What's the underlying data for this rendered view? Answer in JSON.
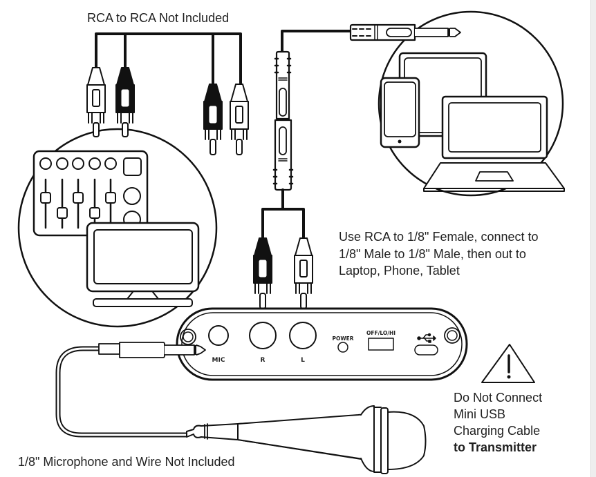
{
  "labels": {
    "rca_cable_note": "RCA to RCA Not Included",
    "instruction_line1": "Use RCA to 1/8\" Female, connect to",
    "instruction_line2": "1/8\" Male to 1/8\" Male, then out to",
    "instruction_line3": "Laptop, Phone, Tablet",
    "warning_line1": "Do Not Connect",
    "warning_line2": "Mini USB",
    "warning_line3": "Charging Cable",
    "warning_line4": "to Transmitter",
    "mic_note": "1/8\" Microphone and Wire Not Included"
  },
  "transmitter": {
    "ports": {
      "mic": "MIC",
      "right": "R",
      "left": "L",
      "power": "POWER",
      "switch": "OFF/LO/HI"
    },
    "usb_icon": "usb-icon"
  },
  "devices": {
    "left_circle": [
      "audio-mixer",
      "monitor"
    ],
    "right_circle": [
      "tablet",
      "phone",
      "laptop"
    ]
  },
  "colors": {
    "line": "#111111",
    "background": "#ffffff",
    "text": "#1f1f1f"
  }
}
